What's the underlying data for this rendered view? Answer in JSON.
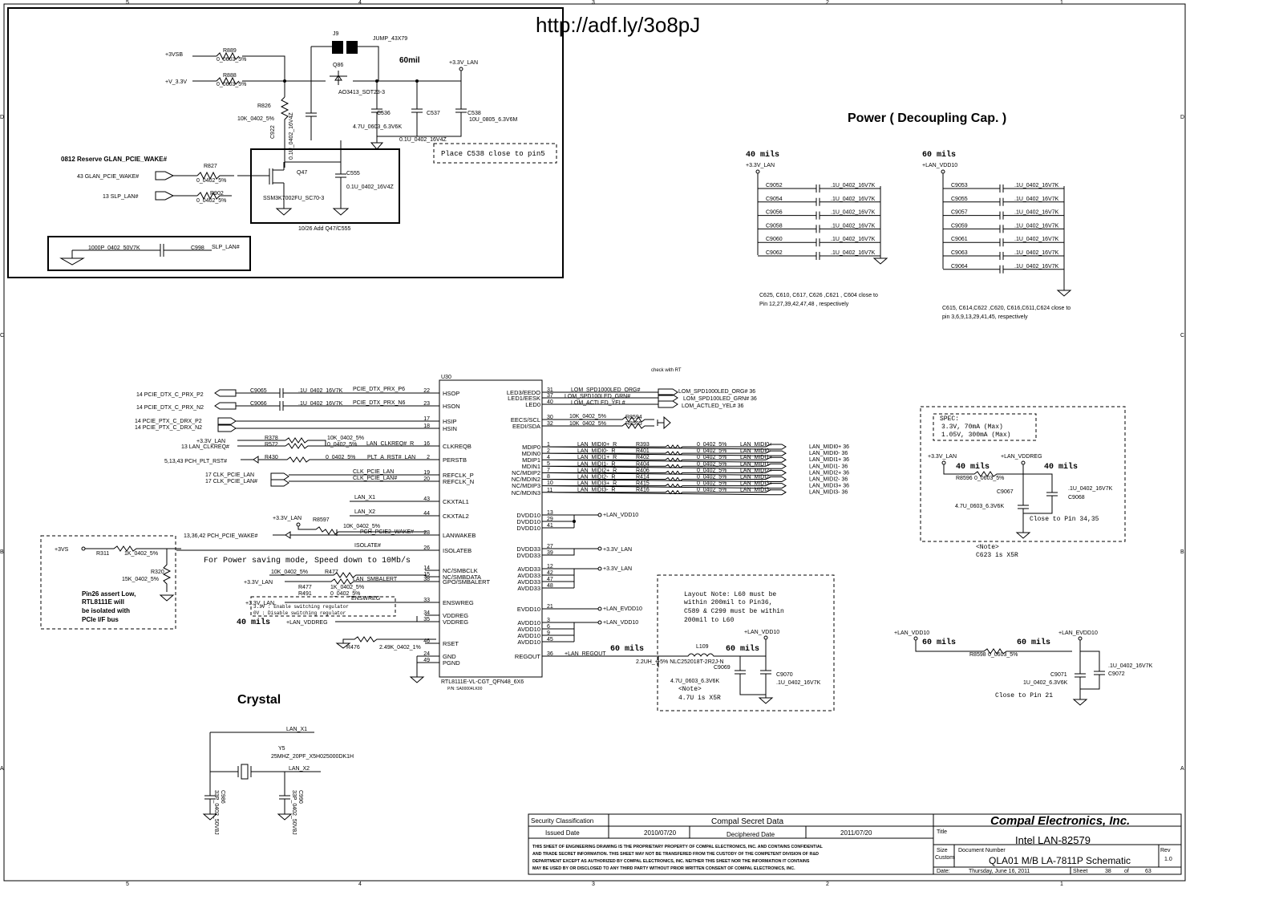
{
  "header": {
    "url": "http://adf.ly/3o8pJ",
    "col_markers": [
      "5",
      "4",
      "3",
      "2",
      "1"
    ],
    "row_markers": [
      "D",
      "C",
      "B",
      "A"
    ]
  },
  "top_block": {
    "nets": {
      "vsb": "+3VSB",
      "v33": "+V_3.3V",
      "lan33": "+3.3V_LAN",
      "wake": "43 GLAN_PCIE_WAKE#",
      "slp": "13    SLP_LAN#",
      "slp2": "SLP_LAN#"
    },
    "parts": {
      "r889": "R889",
      "r889v": "0_0603_5%",
      "r888": "R888",
      "r888v": "0_0603_5%",
      "j9": "J9",
      "j9v": "JUMP_43X79",
      "q86": "Q86",
      "q86v": "AO3413_SOT23-3",
      "mil60": "60mil",
      "r826": "R826",
      "r826v": "10K_0402_5%",
      "c922": "C922",
      "c922v": "0.1U_0402_16V4Z",
      "c536": "C536",
      "c536v": "4.7U_0603_6.3V6K",
      "c537": "C537",
      "c537v": "0.1U_0402_16V4Z",
      "c538": "C538",
      "c538v": "10U_0805_6.3V6M",
      "r827": "R827",
      "r827v": "0_0402_5%",
      "r902": "R902",
      "r902v": "0_0402_5%",
      "q47": "Q47",
      "q47v": "SSM3K7002FU_SC70-3",
      "c555": "C555",
      "c555v": "0.1U_0402_16V4Z",
      "c998": "C998",
      "c998v": "1000P_0402_50V7K"
    },
    "notes": {
      "place": "Place C538 close to pin5",
      "reserve": "0812 Reserve GLAN_PCIE_WAKE#",
      "add": "10/26 Add Q47/C555"
    }
  },
  "decoupling": {
    "title": "Power ( Decoupling Cap. )",
    "left": {
      "mils": "40 mils",
      "net": "+3.3V_LAN",
      "caps": [
        "C9052",
        "C9054",
        "C9056",
        "C9058",
        "C9060",
        "C9062"
      ],
      "value": ".1U_0402_16V7K",
      "note1": "C625, C610, C617, C626 ,C621 , C604 close to",
      "note2": "Pin 12,27,39,42,47,48 , respectively"
    },
    "right": {
      "mils": "60 mils",
      "net": "+LAN_VDD10",
      "caps": [
        "C9053",
        "C9055",
        "C9057",
        "C9059",
        "C9061",
        "C9063",
        "C9064"
      ],
      "value": ".1U_0402_16V7K",
      "note1": "C615, C614,C622 ,C620, C616,C611,C624 close to",
      "note2": "pin 3,6,9,13,29,41,45, respectively"
    }
  },
  "ic": {
    "ref": "U30",
    "part": "RTL8111E-VL-CGT_QFN48_6X6",
    "pn": "P/N: SA00004LK00",
    "check": "check with RT",
    "left_pins": [
      {
        "n": "22",
        "name": "HSOP"
      },
      {
        "n": "23",
        "name": "HSON"
      },
      {
        "n": "17",
        "name": "HSIP"
      },
      {
        "n": "18",
        "name": "HSIN"
      },
      {
        "n": "16",
        "name": "CLKREQB"
      },
      {
        "n": "2",
        "name": "PERSTB"
      },
      {
        "n": "19",
        "name": "REFCLK_P"
      },
      {
        "n": "20",
        "name": "REFCLK_N"
      },
      {
        "n": "43",
        "name": "CKXTAL1"
      },
      {
        "n": "44",
        "name": "CKXTAL2"
      },
      {
        "n": "28",
        "name": "LANWAKEB"
      },
      {
        "n": "26",
        "name": "ISOLATEB"
      },
      {
        "n": "14",
        "name": "NC/SMBCLK"
      },
      {
        "n": "15",
        "name": "NC/SMBDATA"
      },
      {
        "n": "38",
        "name": "GPO/SMBALERT"
      },
      {
        "n": "33",
        "name": "ENSWREG"
      },
      {
        "n": "34",
        "name": "VDDREG"
      },
      {
        "n": "35",
        "name": "VDDREG"
      },
      {
        "n": "46",
        "name": "RSET"
      },
      {
        "n": "24",
        "name": "GND"
      },
      {
        "n": "49",
        "name": "PGND"
      }
    ],
    "right_pins": [
      {
        "n": "31",
        "name": "LED3/EEDO"
      },
      {
        "n": "37",
        "name": "LED1/EESK"
      },
      {
        "n": "40",
        "name": "LED0"
      },
      {
        "n": "30",
        "name": "EECS/SCL"
      },
      {
        "n": "32",
        "name": "EEDI/SDA"
      },
      {
        "n": "1",
        "name": "MDIP0"
      },
      {
        "n": "2",
        "name": "MDIN0"
      },
      {
        "n": "4",
        "name": "MDIP1"
      },
      {
        "n": "5",
        "name": "MDIN1"
      },
      {
        "n": "7",
        "name": "NC/MDIP2"
      },
      {
        "n": "8",
        "name": "NC/MDIN2"
      },
      {
        "n": "10",
        "name": "NC/MDIP3"
      },
      {
        "n": "11",
        "name": "NC/MDIN3"
      },
      {
        "n": "13",
        "name": "DVDD10"
      },
      {
        "n": "29",
        "name": "DVDD10"
      },
      {
        "n": "41",
        "name": "DVDD10"
      },
      {
        "n": "27",
        "name": "DVDD33"
      },
      {
        "n": "39",
        "name": "DVDD33"
      },
      {
        "n": "12",
        "name": "AVDD33"
      },
      {
        "n": "42",
        "name": "AVDD33"
      },
      {
        "n": "47",
        "name": "AVDD33"
      },
      {
        "n": "48",
        "name": "AVDD33"
      },
      {
        "n": "21",
        "name": "EVDD10"
      },
      {
        "n": "3",
        "name": "AVDD10"
      },
      {
        "n": "6",
        "name": "AVDD10"
      },
      {
        "n": "9",
        "name": "AVDD10"
      },
      {
        "n": "45",
        "name": "AVDD10"
      },
      {
        "n": "36",
        "name": "REGOUT"
      }
    ]
  },
  "left_nets": {
    "c9065": "C9065",
    "c9066": "C9066",
    "cval": ".1U_0402_16V7K",
    "dtx_p": "14  PCIE_DTX_C_PRX_P2",
    "dtx_n": "14  PCIE_DTX_C_PRX_N2",
    "ptx_p": "14  PCIE_PTX_C_DRX_P2",
    "ptx_n": "14  PCIE_PTX_C_DRX_N2",
    "pdtx_p": "PCIE_DTX_PRX_P6",
    "pdtx_n": "PCIE_DTX_PRX_N6",
    "lan33": "+3.3V_LAN",
    "clkreq": "13  LAN_CLKREQ#",
    "r378": "R378",
    "r572": "R572",
    "r378v": "10K_0402_5%",
    "r572v": "0_0402_5%",
    "clkreq_r": "LAN_CLKREQ#_R",
    "plt": "5,13,43  PCH_PLT_RST#",
    "r430": "R430",
    "r430v": "0_0402_5%",
    "plt_lan": "PLT_A_RST#_LAN",
    "clk_p": "17  CLK_PCIE_LAN",
    "clk_n": "17  CLK_PCIE_LAN#",
    "clk_p2": "CLK_PCIE_LAN",
    "clk_n2": "CLK_PCIE_LAN#",
    "x1": "LAN_X1",
    "x2": "LAN_X2",
    "r8597": "R8597",
    "r8597v": "10K_0402_5%",
    "wake_net": "PCH_PCIE2_WAKE#",
    "pch_wake": "13,36,42  PCH_PCIE_WAKE#",
    "isolate": "ISOLATE#",
    "power_save": "For Power saving mode, Speed down to 10Mb/s",
    "r477": "R477",
    "r477v": "10K_0402_5%",
    "r491": "R491",
    "r491v": "1K_0402_5%",
    "r477b": "R477",
    "r477bv": "0_0402_5%",
    "smbalert": "LAN_SMBALERT",
    "ensw": "ENSWREG",
    "ensw_note1": "3.3V : Enable switching regulator",
    "ensw_note2": "0V : Disable switching regulator",
    "mils40": "40 mils",
    "vddreg": "+LAN_VDDREG",
    "r476": "R476",
    "r476v": "2.49K_0402_1%"
  },
  "isolate_box": {
    "v3vs": "+3VS",
    "r311": "R311",
    "r311v": "1K_0402_5%",
    "r320": "R320",
    "r320v": "15K_0402_5%",
    "note": [
      "Pin26 assert Low,",
      "RTL8111E will",
      "be isolated with",
      "PCIe I/F bus"
    ]
  },
  "right_nets": {
    "led1": "LOM_SPD1000LED_ORG#",
    "led2": "LOM_SPD100LED_GRN#",
    "led3": "LOM_ACTLED_YEL#",
    "led1o": "LOM_SPD1000LED_ORG# 36",
    "led2o": "LOM_SPD100LED_GRN# 36",
    "led3o": "LOM_ACTLED_YEL# 36",
    "r8594": "R8594",
    "r8594v": "10K_0402_5%",
    "r8595": "R8595",
    "r8595v": "10K_0402_5%",
    "mdi_rs": [
      "R393",
      "R401",
      "R402",
      "R404",
      "R406",
      "R414",
      "R415",
      "R416"
    ],
    "mdi_in": [
      "LAN_MIDI0+_R",
      "LAN_MIDI0-_R",
      "LAN_MIDI1+_R",
      "LAN_MIDI1-_R",
      "LAN_MIDI2+_R",
      "LAN_MIDI2-_R",
      "LAN_MIDI3+_R",
      "LAN_MIDI3-_R"
    ],
    "mdi_out": [
      "LAN_MIDI0+",
      "LAN_MIDI0-",
      "LAN_MIDI1+",
      "LAN_MIDI1-",
      "LAN_MIDI2+",
      "LAN_MIDI2-",
      "LAN_MIDI3+",
      "LAN_MIDI3-"
    ],
    "mdi_ext": [
      "LAN_MIDI0+  36",
      "LAN_MIDI0-  36",
      "LAN_MIDI1+  36",
      "LAN_MIDI1-  36",
      "LAN_MIDI2+  36",
      "LAN_MIDI2-  36",
      "LAN_MIDI3+  36",
      "LAN_MIDI3-  36"
    ],
    "mdi_rv": "0_0402_5%",
    "vdd10": "+LAN_VDD10",
    "v33a": "+3.3V_LAN",
    "v33b": "+3.3V_LAN",
    "evdd": "+LAN_EVDD10",
    "avdd10": "+LAN_VDD10",
    "regout": "+LAN_REGOUT",
    "mils60": "60 mils"
  },
  "spec_box": {
    "title": "SPEC:",
    "l1": "3.3V, 70mA (Max)",
    "l2": "1.05V, 300mA (Max)",
    "lan33": "+3.3V_LAN",
    "vddreg": "+LAN_VDDREG",
    "mils_a": "40 mils",
    "mils_b": "40 mils",
    "r8596": "R8596",
    "r8596v": "0_0603_5%",
    "c9067": "C9067",
    "c9067v": "4.7U_0603_6.3V6K",
    "c9068": "C9068",
    "c9068v": ".1U_0402_16V7K",
    "close": "Close to Pin 34,35",
    "note_t": "<Note>",
    "note": "C623 is X5R"
  },
  "layout_box": {
    "note": [
      "Layout Note: L60 must be",
      "within 200mil to Pin36,",
      "C589 & C299 must be within",
      "200mil to L60"
    ],
    "vdd10": "+LAN_VDD10",
    "l109": "L109",
    "mils60": "60 mils",
    "l109v": "2.2UH_+-5% NLC252018T-2R2J-N",
    "c9069": "C9069",
    "c9069v": "4.7U_0603_6.3V6K",
    "c9070": "C9070",
    "c9070v": ".1U_0402_16V7K",
    "note_t": "<Note>",
    "note_v": "4.7U is X5R"
  },
  "evdd_block": {
    "vdd10": "+LAN_VDD10",
    "evdd": "+LAN_EVDD10",
    "mils_a": "60 mils",
    "mils_b": "60 mils",
    "r8598": "R8598",
    "r8598v": "0_0603_5%",
    "c9071": "C9071",
    "c9071v": "1U_0402_6.3V6K",
    "c9072": "C9072",
    "c9072v": ".1U_0402_16V7K",
    "close": "Close to Pin 21"
  },
  "crystal": {
    "title": "Crystal",
    "x1": "LAN_X1",
    "x2": "LAN_X2",
    "y5": "Y5",
    "y5v": "25MHZ_20PF_X5H025000DK1H",
    "c986": "C986",
    "c986v": "33P_0402_50V8J",
    "c990": "C990",
    "c990v": "33P_0402_50V8J"
  },
  "title_block": {
    "security": "Security Classification",
    "secret": "Compal Secret Data",
    "issued_lbl": "Issued Date",
    "issued": "2010/07/20",
    "decipher_lbl": "Deciphered Date",
    "decipher": "2011/07/20",
    "legal": [
      "THIS SHEET OF ENGINEERING DRAWING IS THE PROPRIETARY PROPERTY OF COMPAL ELECTRONICS, INC. AND CONTAINS CONFIDENTIAL",
      "AND TRADE SECRET INFORMATION. THIS SHEET MAY NOT BE TRANSFERED FROM THE CUSTODY OF THE COMPETENT DIVISION OF R&D",
      "DEPARTMENT EXCEPT AS AUTHORIZED BY COMPAL ELECTRONICS, INC. NEITHER THIS SHEET NOR THE INFORMATION IT CONTAINS",
      "MAY BE USED BY OR DISCLOSED TO ANY THIRD PARTY WITHOUT PRIOR WRITTEN CONSENT OF COMPAL ELECTRONICS, INC."
    ],
    "company": "Compal Electronics, Inc.",
    "title_lbl": "Title",
    "title": "Intel LAN-82579",
    "size_lbl": "Size",
    "size": "Custom",
    "docnum_lbl": "Document Number",
    "docnum": "QLA01 M/B LA-7811P Schematic",
    "rev_lbl": "Rev",
    "rev": "1.0",
    "date_lbl": "Date:",
    "date": "Thursday, June 16, 2011",
    "sheet_lbl": "Sheet",
    "sheet": "38",
    "of_lbl": "of",
    "of": "63"
  }
}
